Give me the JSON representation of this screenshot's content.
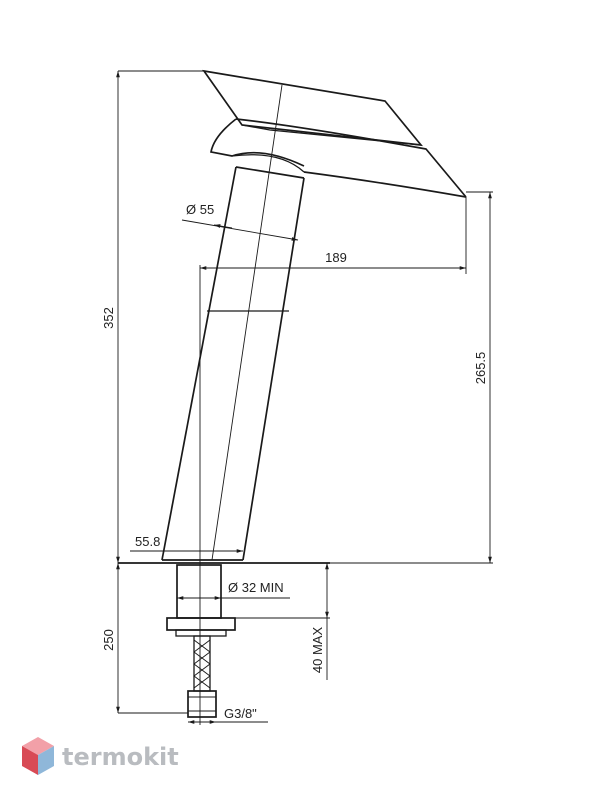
{
  "dimensions": {
    "total_height": "352",
    "reach": "189",
    "spout_height": "265.5",
    "body_diameter": "Ø 55",
    "base_diameter": "55.8",
    "hole_diameter": "Ø 32 MIN",
    "shank_length": "250",
    "max_thickness": "40 MAX",
    "thread": "G3/8\""
  },
  "brand": {
    "name": "termokit",
    "colors": {
      "top": "#f2a0a8",
      "left": "#d84a55",
      "right": "#8fb7d9"
    }
  }
}
